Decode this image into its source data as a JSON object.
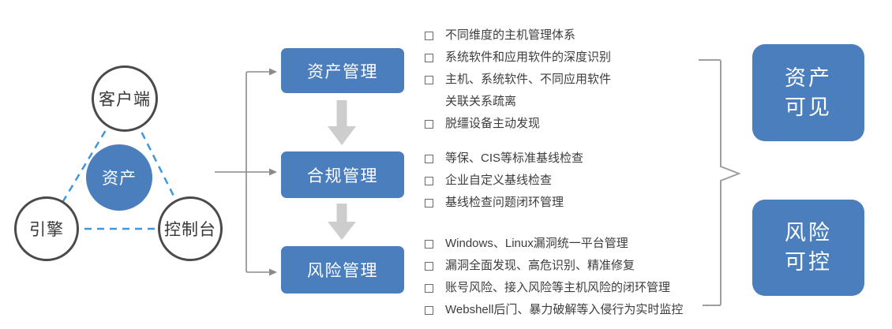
{
  "triangle": {
    "client_label": "客户端",
    "asset_label": "资产",
    "engine_label": "引擎",
    "console_label": "控制台"
  },
  "stages": [
    {
      "label": "资产管理",
      "features": [
        "不同维度的主机管理体系",
        "系统软件和应用软件的深度识别",
        "主机、系统软件、不同应用软件\n关联关系疏离",
        "脱缰设备主动发现"
      ]
    },
    {
      "label": "合规管理",
      "features": [
        "等保、CIS等标准基线检查",
        "企业自定义基线检查",
        "基线检查问题闭环管理"
      ]
    },
    {
      "label": "风险管理",
      "features": [
        "Windows、Linux漏洞统一平台管理",
        "漏洞全面发现、高危识别、精准修复",
        "账号风险、接入风险等主机风险的闭环管理",
        "Webshell后门、暴力破解等入侵行为实时监控"
      ]
    }
  ],
  "outcomes": [
    {
      "label": "资产\n可见"
    },
    {
      "label": "风险\n可控"
    }
  ],
  "icons": {
    "bullet": "checkbox-outline-icon"
  },
  "colors": {
    "primary_blue": "#4a7ebd",
    "dash_blue": "#3f97dc",
    "circle_border": "#4a4a4a",
    "connector_gray": "#8a8a8a",
    "flow_arrow_gray": "#cdcdcd",
    "bracket_gray": "#9e9e9e",
    "text_dark": "#3d3d3d"
  }
}
